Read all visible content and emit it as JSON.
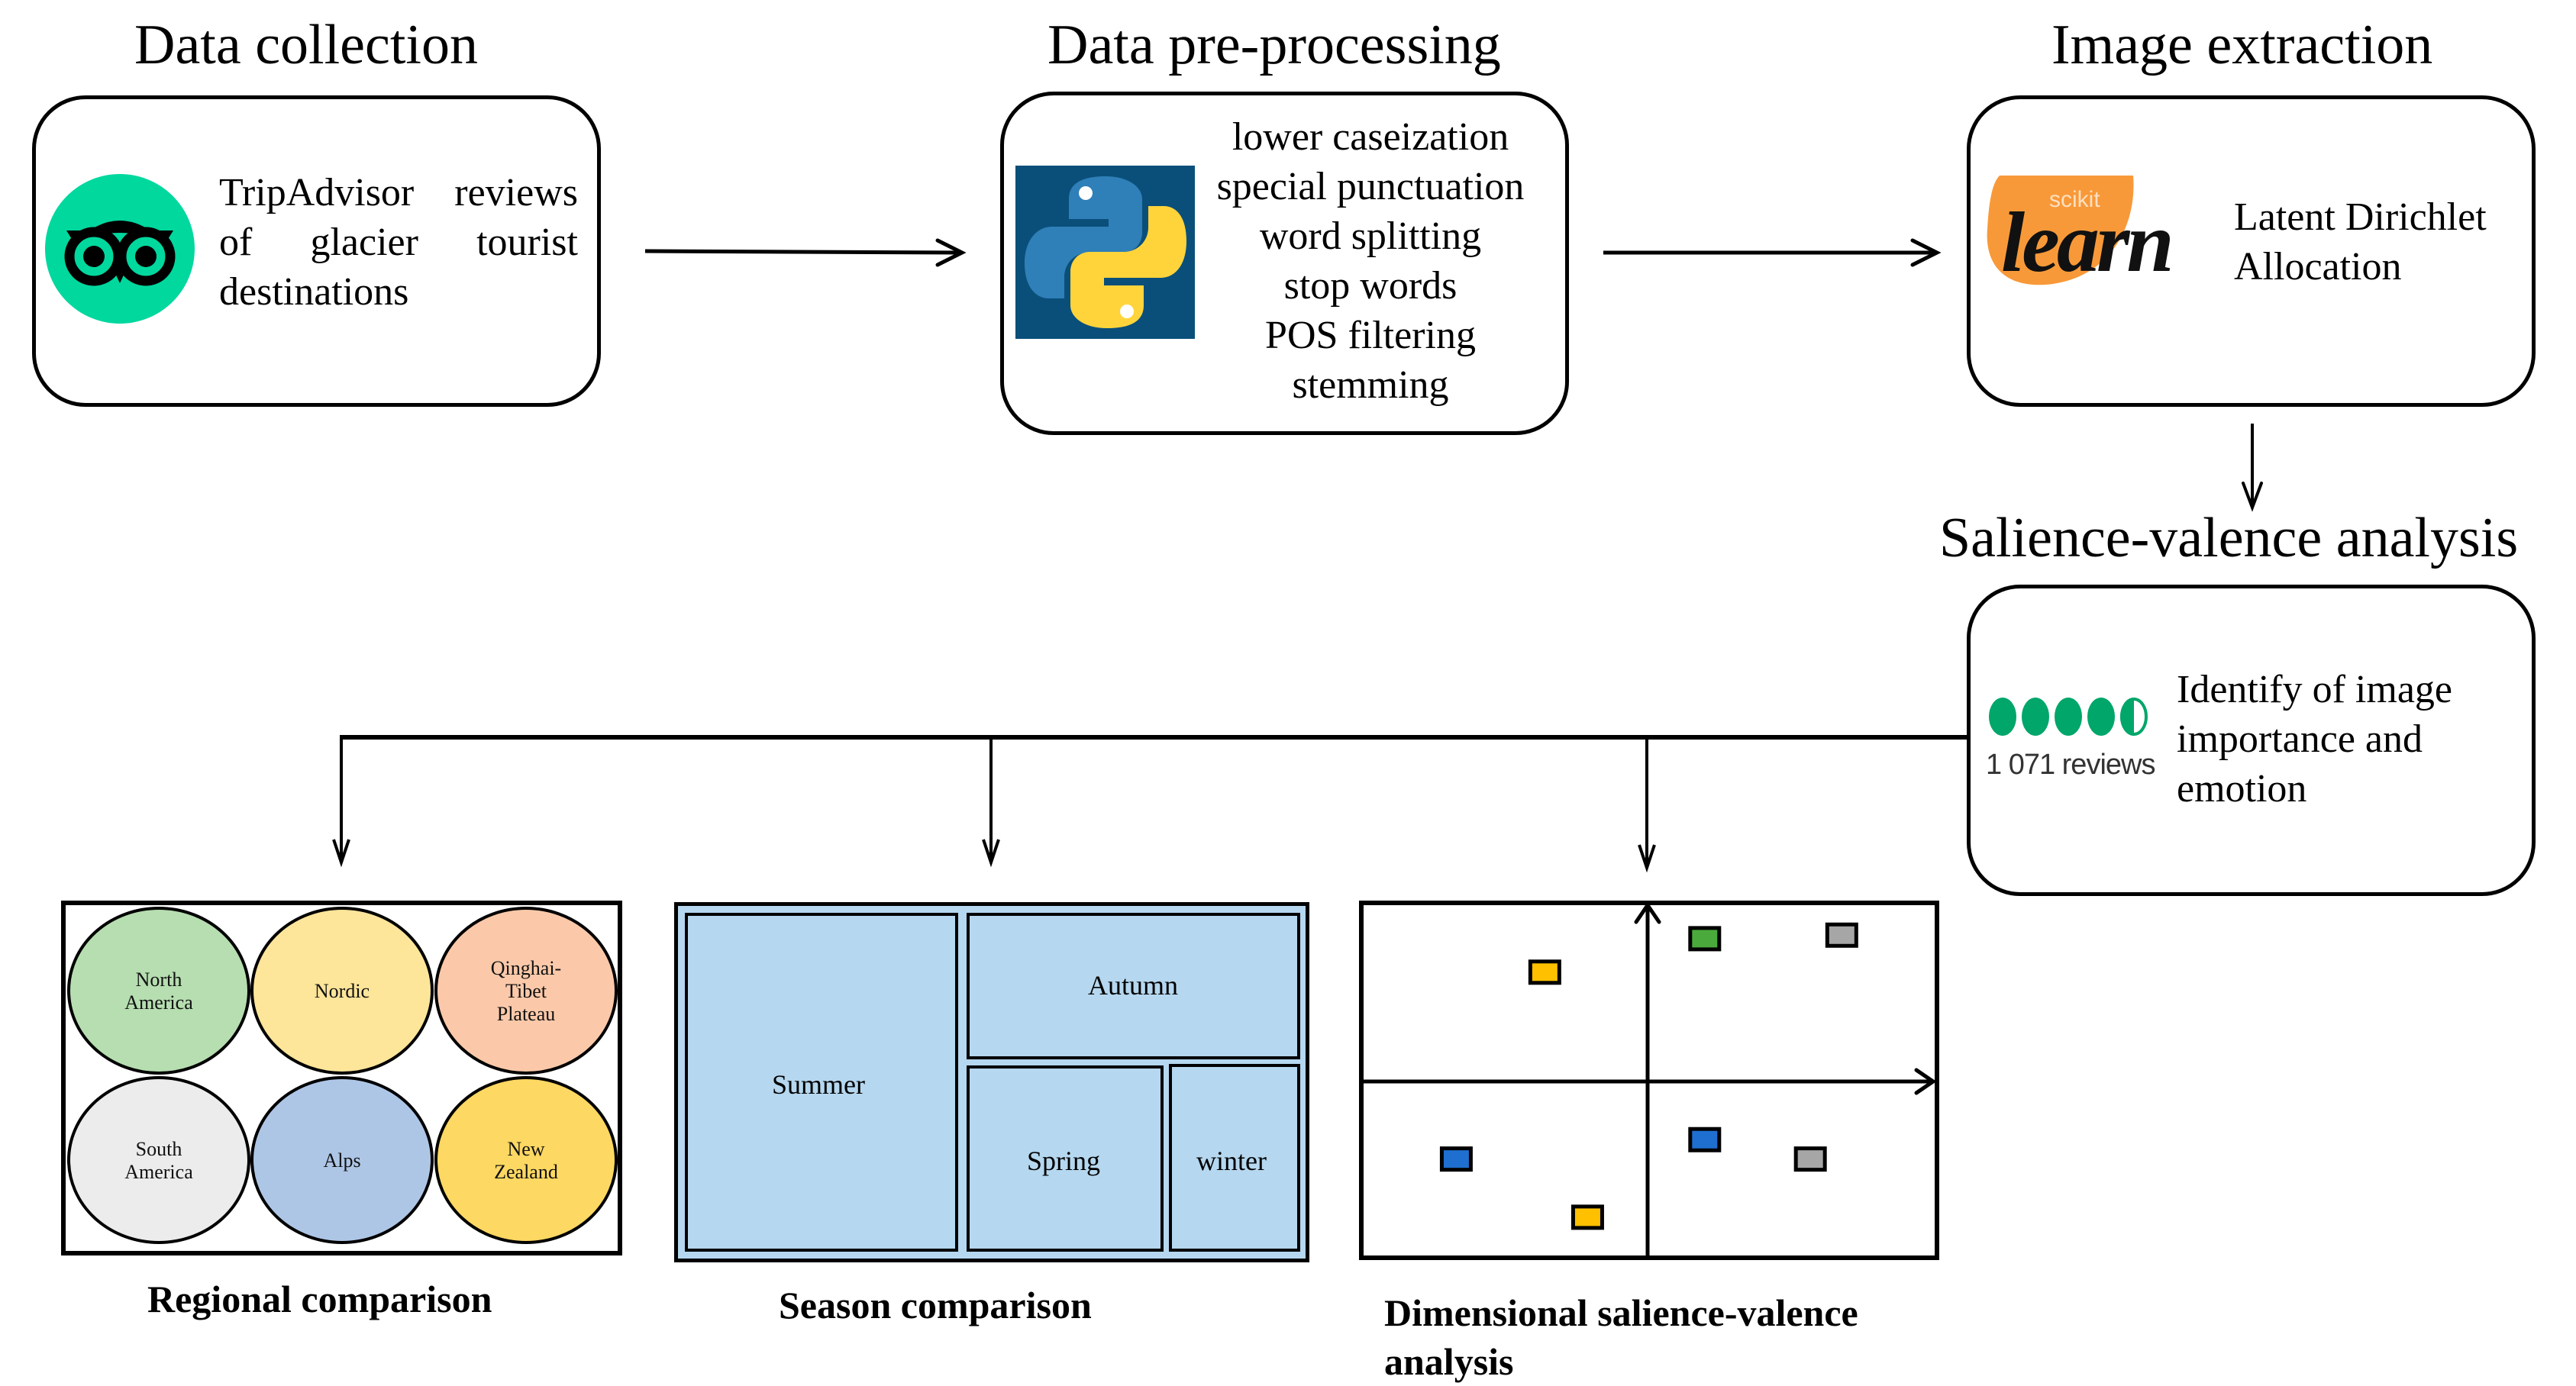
{
  "stages": {
    "data_collection": {
      "title": "Data collection",
      "logo": "tripadvisor-owl-icon",
      "text": "TripAdvisor reviews of glacier tourist destinations"
    },
    "preprocessing": {
      "title": "Data pre-processing",
      "logo": "python-logo-icon",
      "steps": [
        "lower caseization",
        "special punctuation",
        "word splitting",
        "stop words",
        "POS filtering",
        "stemming"
      ]
    },
    "image_extraction": {
      "title": "Image extraction",
      "logo": "scikit-learn-logo",
      "logo_small": "scikit",
      "logo_big": "learn",
      "text_line1": "Latent Dirichlet",
      "text_line2": "Allocation"
    },
    "salience_valence": {
      "title": "Salience-valence analysis",
      "logo": "tripadvisor-rating-bubbles",
      "rating": 4.5,
      "rating_max": 5,
      "reviews_label": "1 071 reviews",
      "text_line1": "Identify of image",
      "text_line2": "importance and",
      "text_line3": "emotion"
    }
  },
  "outputs": {
    "regional": {
      "caption": "Regional comparison",
      "regions": [
        {
          "name": "North America",
          "lines": [
            "North",
            "America"
          ],
          "color": "#b6deb0"
        },
        {
          "name": "Nordic",
          "lines": [
            "Nordic"
          ],
          "color": "#fde59a"
        },
        {
          "name": "Qinghai-Tibet Plateau",
          "lines": [
            "Qinghai-",
            "Tibet",
            "Plateau"
          ],
          "color": "#fbc9a9"
        },
        {
          "name": "South America",
          "lines": [
            "South",
            "America"
          ],
          "color": "#ececec"
        },
        {
          "name": "Alps",
          "lines": [
            "Alps"
          ],
          "color": "#aec6e6"
        },
        {
          "name": "New Zealand",
          "lines": [
            "New",
            "Zealand"
          ],
          "color": "#fdd862"
        }
      ]
    },
    "season": {
      "caption": "Season comparison",
      "frame_color": "#b5d7ef",
      "seasons": [
        {
          "name": "Summer",
          "color": "#dcedd8"
        },
        {
          "name": "Autumn",
          "color": "#dae8f6"
        },
        {
          "name": "Spring",
          "color": "#fff0cc"
        },
        {
          "name": "winter",
          "color": "#fecaa6"
        }
      ]
    },
    "dimensional": {
      "caption_line1": "Dimensional salience-valence",
      "caption_line2": "analysis",
      "markers": [
        {
          "quadrant": "top-left",
          "color": "#ffc000",
          "x": -0.36,
          "y": 0.62
        },
        {
          "quadrant": "top-right",
          "color": "#4aab3c",
          "x": 0.2,
          "y": 0.81
        },
        {
          "quadrant": "top-right",
          "color": "#a6a6a6",
          "x": 0.68,
          "y": 0.83
        },
        {
          "quadrant": "bottom-left",
          "color": "#1f6fd0",
          "x": -0.67,
          "y": -0.44
        },
        {
          "quadrant": "bottom-left",
          "color": "#ffc000",
          "x": -0.21,
          "y": -0.77
        },
        {
          "quadrant": "bottom-right",
          "color": "#1f6fd0",
          "x": 0.2,
          "y": -0.33
        },
        {
          "quadrant": "bottom-right",
          "color": "#a6a6a6",
          "x": 0.57,
          "y": -0.44
        }
      ]
    }
  },
  "colors": {
    "tripadvisor_green": "#00d89e",
    "rating_green": "#00a66a",
    "python_bg": "#0a4f7a",
    "python_blue": "#2f7fb8",
    "python_yellow": "#ffd43b",
    "scikit_orange": "#f89939"
  }
}
